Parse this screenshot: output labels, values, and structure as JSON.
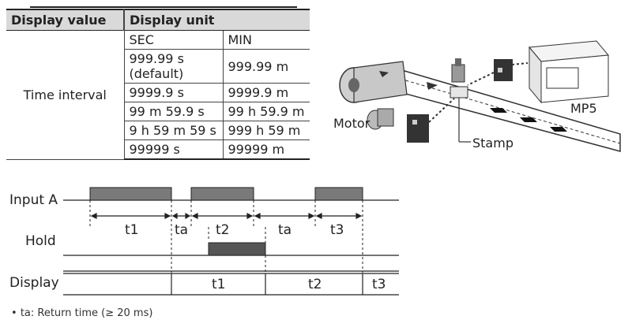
{
  "table": {
    "header_value": "Display value",
    "header_unit": "Display unit",
    "row_label": "Time interval",
    "col_sec": "SEC",
    "col_min": "MIN",
    "rows": [
      {
        "sec_line1": "999.99 s",
        "sec_line2": "(default)",
        "min": "999.99 m"
      },
      {
        "sec": "9999.9 s",
        "min": "9999.9 m"
      },
      {
        "sec": "99 m 59.9 s",
        "min": "99 h 59.9 m"
      },
      {
        "sec": "9 h 59 m 59 s",
        "min": "999 h 59 m"
      },
      {
        "sec": "99999 s",
        "min": "99999 m"
      }
    ]
  },
  "illustration": {
    "motor_label": "Motor",
    "stamp_label": "Stamp",
    "device_label": "MP5"
  },
  "timing": {
    "input_label": "Input A",
    "hold_label": "Hold",
    "display_label": "Display",
    "interval_t1": "t1",
    "interval_ta1": "ta",
    "interval_t2": "t2",
    "interval_ta2": "ta",
    "interval_t3": "t3",
    "display_t1": "t1",
    "display_t2": "t2",
    "display_t3": "t3",
    "pulse_color": "#7a7a7a",
    "hold_color": "#555555"
  },
  "note": {
    "bullet": "•",
    "text": "ta: Return time (≥ 20 ms)"
  }
}
